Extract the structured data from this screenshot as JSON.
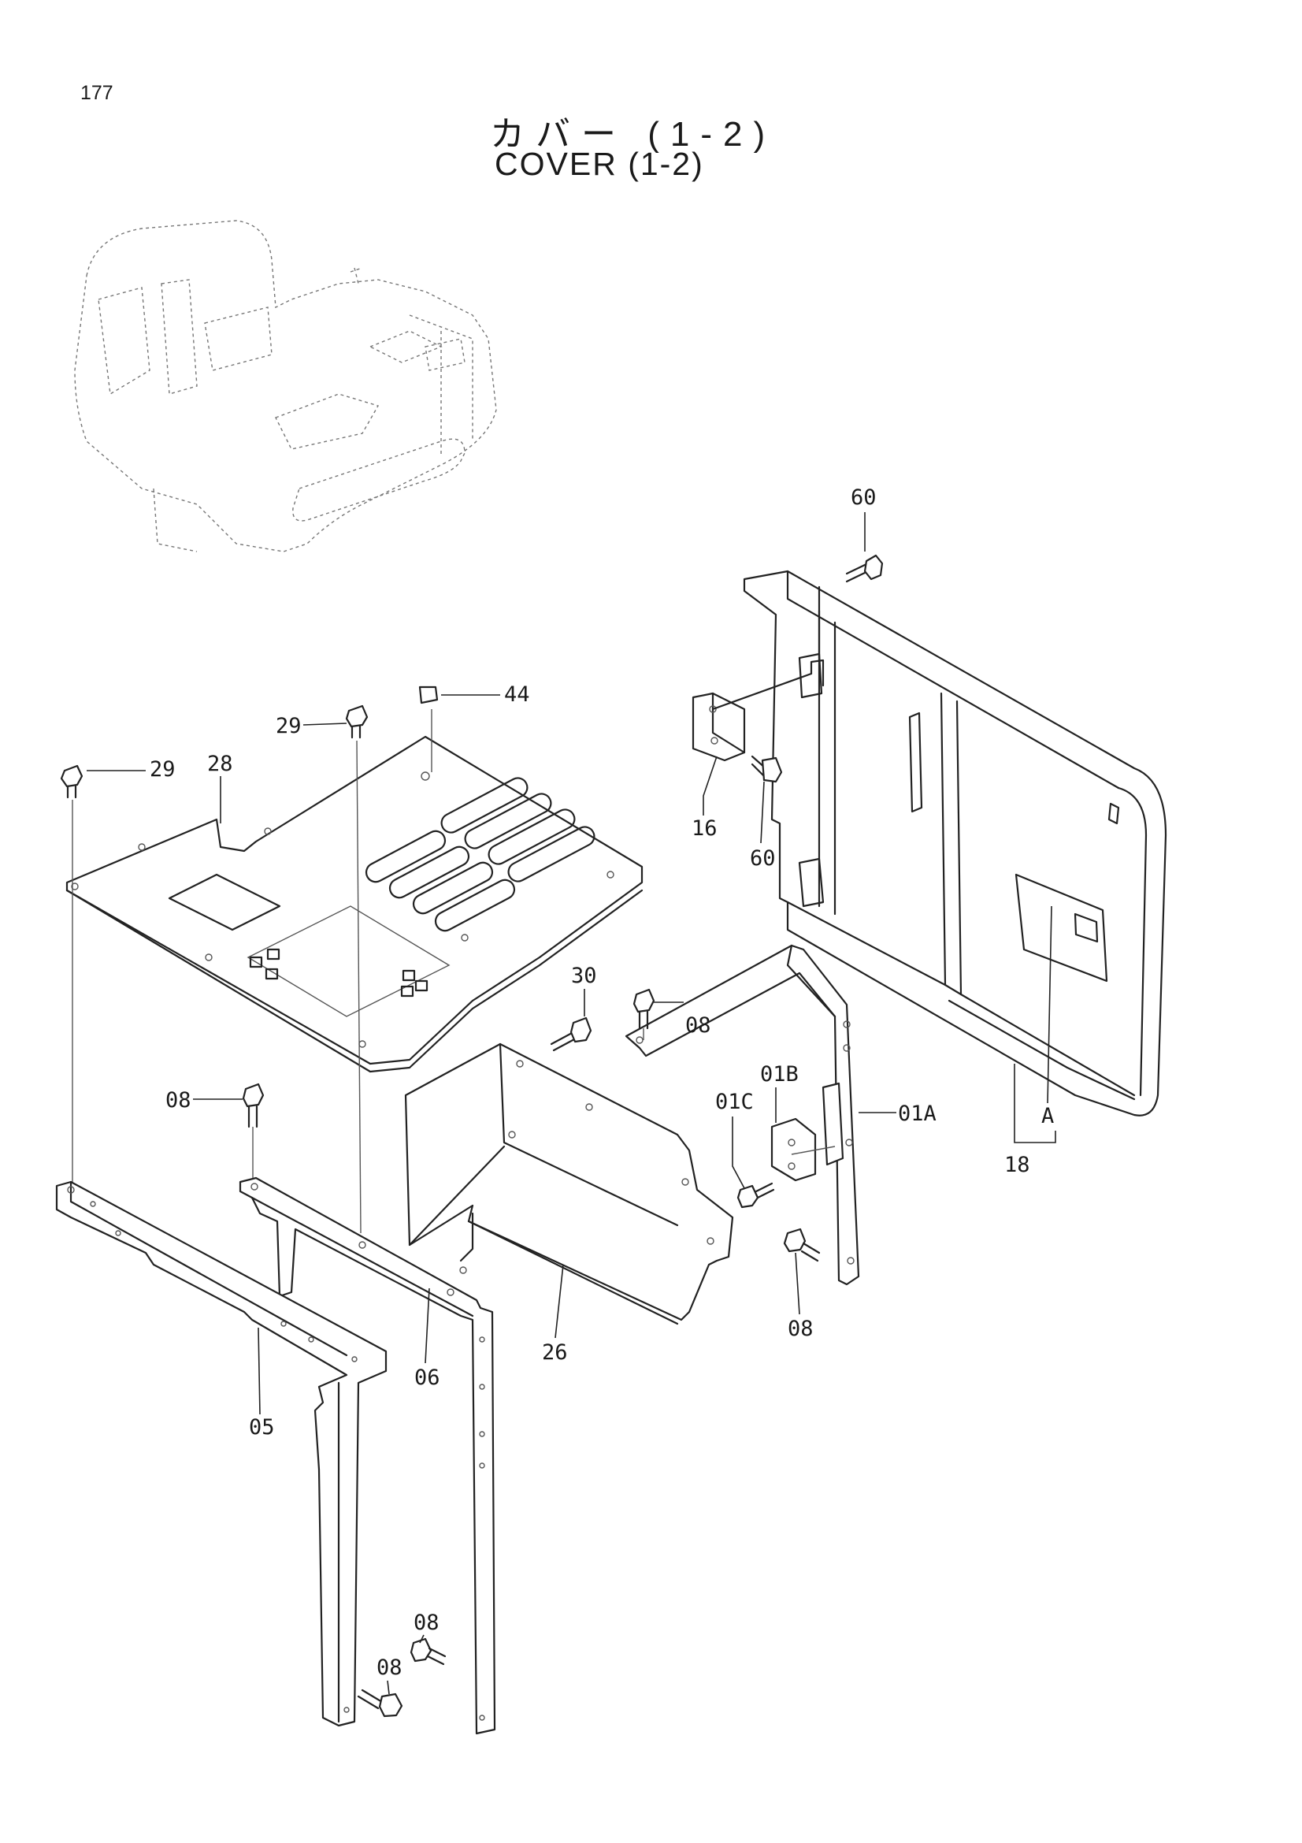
{
  "page_number": "177",
  "title_jp": "カバー (1-2)",
  "title_en": "COVER (1-2)",
  "callouts": [
    {
      "id": "c60a",
      "text": "60"
    },
    {
      "id": "c44",
      "text": "44"
    },
    {
      "id": "c29a",
      "text": "29"
    },
    {
      "id": "c29b",
      "text": "29"
    },
    {
      "id": "c28",
      "text": "28"
    },
    {
      "id": "c16",
      "text": "16"
    },
    {
      "id": "c60b",
      "text": "60"
    },
    {
      "id": "c08a",
      "text": "08"
    },
    {
      "id": "c30",
      "text": "30"
    },
    {
      "id": "c01B",
      "text": "01B"
    },
    {
      "id": "c01C",
      "text": "01C"
    },
    {
      "id": "c01A",
      "text": "01A"
    },
    {
      "id": "cA",
      "text": "A"
    },
    {
      "id": "c18",
      "text": "18"
    },
    {
      "id": "c08b",
      "text": "08"
    },
    {
      "id": "c08c",
      "text": "08"
    },
    {
      "id": "c26",
      "text": "26"
    },
    {
      "id": "c06",
      "text": "06"
    },
    {
      "id": "c05",
      "text": "05"
    },
    {
      "id": "c08d",
      "text": "08"
    },
    {
      "id": "c08e",
      "text": "08"
    }
  ]
}
